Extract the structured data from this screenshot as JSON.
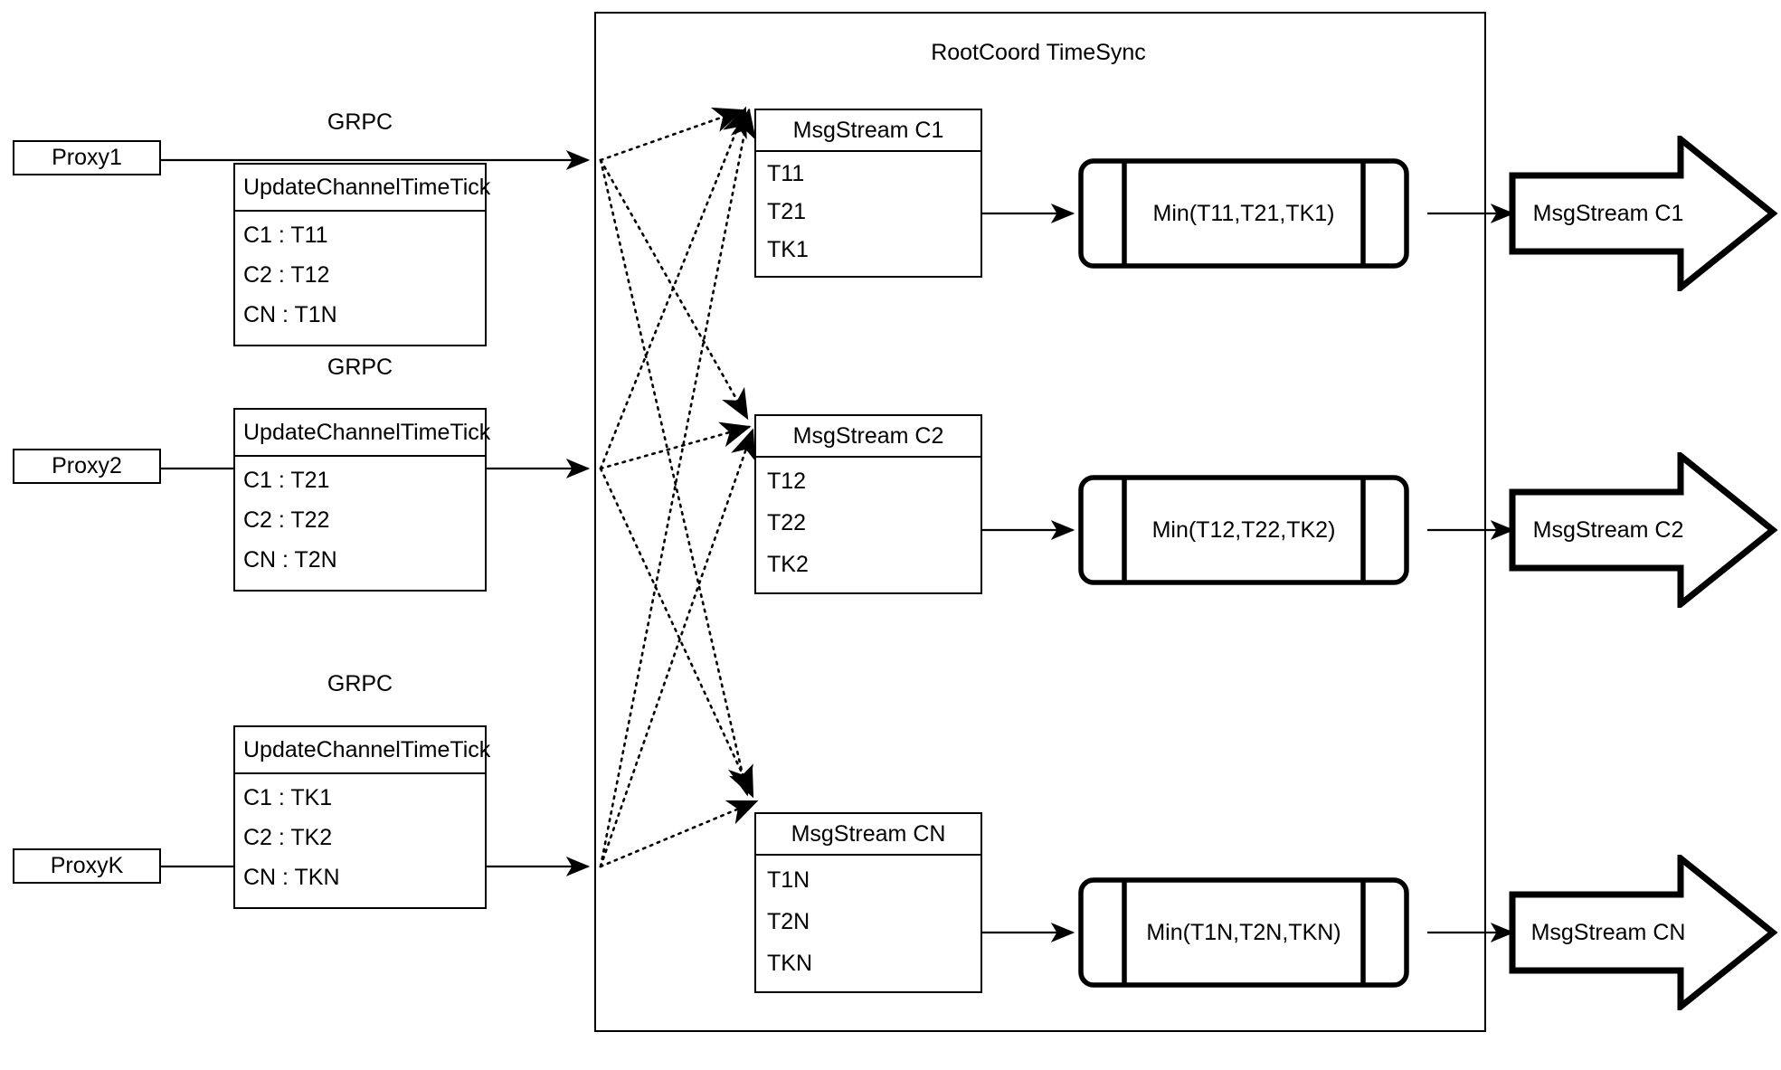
{
  "diagram": {
    "container": {
      "title": "RootCoord TimeSync"
    },
    "grpc_label": "GRPC",
    "proxies": [
      {
        "name": "Proxy1",
        "grpc": "GRPC",
        "request": {
          "title": "UpdateChannelTimeTick",
          "rows": [
            "C1 :  T11",
            "C2 :  T12",
            "CN : T1N"
          ]
        }
      },
      {
        "name": "Proxy2",
        "grpc": "GRPC",
        "request": {
          "title": "UpdateChannelTimeTick",
          "rows": [
            "C1 :  T21",
            "C2 :  T22",
            "CN : T2N"
          ]
        }
      },
      {
        "name": "ProxyK",
        "grpc": "GRPC",
        "request": {
          "title": "UpdateChannelTimeTick",
          "rows": [
            "C1 :  TK1",
            "C2 :  TK2",
            "CN : TKN"
          ]
        }
      }
    ],
    "channels": [
      {
        "msgstream": {
          "title": "MsgStream C1",
          "rows": [
            "T11",
            "T21",
            "TK1"
          ]
        },
        "min": "Min(T11,T21,TK1)",
        "output": "MsgStream C1"
      },
      {
        "msgstream": {
          "title": "MsgStream C2",
          "rows": [
            "T12",
            "T22",
            "TK2"
          ]
        },
        "min": "Min(T12,T22,TK2)",
        "output": "MsgStream C2"
      },
      {
        "msgstream": {
          "title": "MsgStream CN",
          "rows": [
            "T1N",
            "T2N",
            "TKN"
          ]
        },
        "min": "Min(T1N,T2N,TKN)",
        "output": "MsgStream CN"
      }
    ],
    "colors": {
      "stroke": "#000000",
      "background": "#ffffff"
    }
  }
}
